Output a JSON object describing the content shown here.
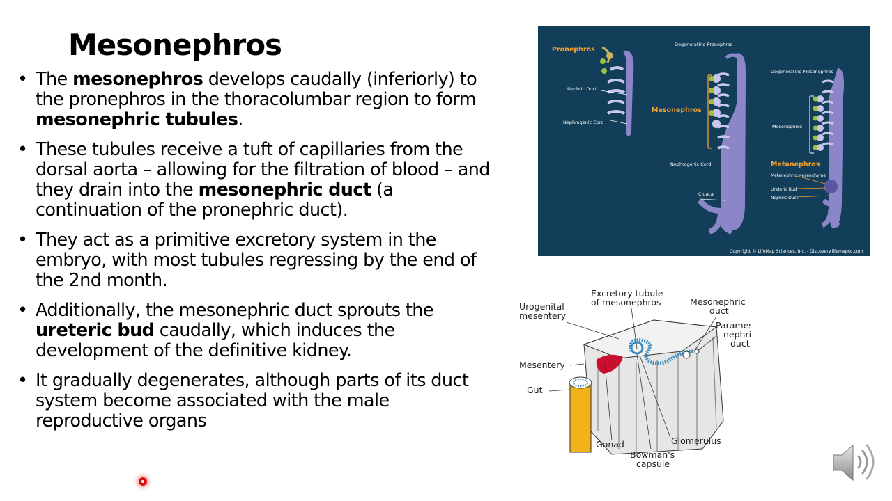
{
  "title": "Mesonephros",
  "bullets": [
    {
      "parts": [
        {
          "t": "The ",
          "b": false
        },
        {
          "t": "mesonephros",
          "b": true
        },
        {
          "t": " develops caudally (inferiorly) to the pronephros in the thoracolumbar region to form ",
          "b": false
        },
        {
          "t": "mesonephric tubules",
          "b": true
        },
        {
          "t": ".",
          "b": false
        }
      ]
    },
    {
      "parts": [
        {
          "t": "These tubules receive a tuft of capillaries from the dorsal aorta – allowing for the filtration of blood – and they drain into the ",
          "b": false
        },
        {
          "t": "mesonephric duct",
          "b": true
        },
        {
          "t": " (a continuation of the pronephric duct).",
          "b": false
        }
      ]
    },
    {
      "parts": [
        {
          "t": "They act as a primitive excretory system in the embryo, with most tubules regressing by the end of the 2nd month.",
          "b": false
        }
      ]
    },
    {
      "parts": [
        {
          "t": "Additionally, the mesonephric duct sprouts the ",
          "b": false
        },
        {
          "t": "ureteric bud",
          "b": true
        },
        {
          "t": " caudally, which induces the development of the definitive kidney.",
          "b": false
        }
      ]
    },
    {
      "parts": [
        {
          "t": " It gradually degenerates, although parts of its duct system become associated with the male reproductive organs",
          "b": false
        }
      ]
    }
  ],
  "figure_top": {
    "labels": {
      "pronephros": "Pronephros",
      "nephric_duct": "Nephric Duct",
      "nephrogenic_cord": "Nephrogenic Cord",
      "degenerating_pronephros": "Degenerating Pronephros",
      "mesonephros": "Mesonephros",
      "nephrogenic_cord_2": "Nephrogenic Cord",
      "cloaca": "Cloaca",
      "degenerating_mesonephros": "Degenerating Mesonephros",
      "mesonephros_small": "Mesonephros",
      "metanephros": "Metanephros",
      "metanephric_mesenchyme": "Metanephric Mesenchyme",
      "ureteric_bud": "Ureteric Bud",
      "nephric_duct_2": "Nephric Duct"
    },
    "copyright": "Copyright © LifeMap Sciences, Inc. - Discovery.lifemapsc.com"
  },
  "figure_bottom": {
    "labels": {
      "urogenital_mesentery": "Urogenital mesentery",
      "excretory_tubule": "Excretory tubule of mesonephros",
      "mesonephric_duct": "Mesonephric duct",
      "paramesonephric_duct": "Parameso- nephric duct",
      "mesentery": "Mesentery",
      "gut": "Gut",
      "gonad": "Gonad",
      "glomerulus": "Glomerulus",
      "bowmans_capsule": "Bowman's capsule"
    }
  },
  "colors": {
    "figure_bg": "#123e59",
    "label_orange": "#f0a030",
    "structure_purple": "#8a86c8",
    "tubule_blue": "#3a8fc0",
    "gonad_red": "#c8102e",
    "gut_yellow": "#f2b21a"
  },
  "icons": {
    "speaker": "speaker-icon",
    "pointer": "laser-pointer-icon"
  }
}
